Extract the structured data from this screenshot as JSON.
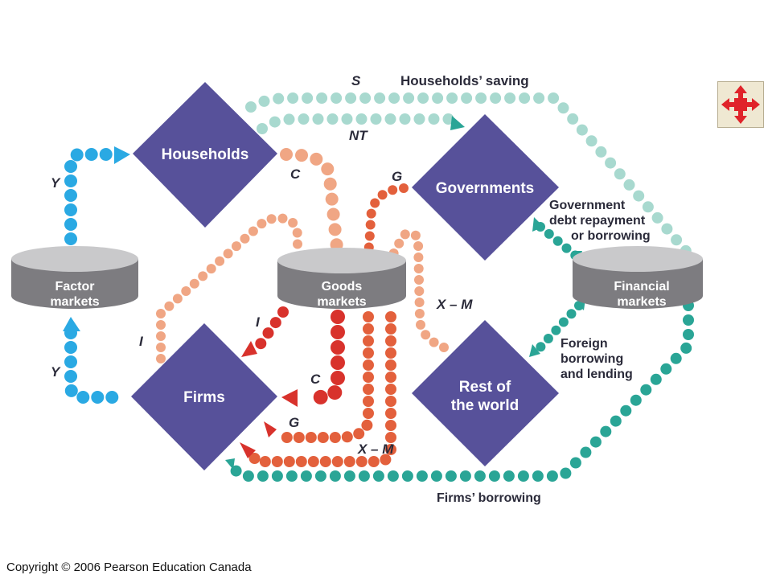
{
  "nodes": {
    "households": "Households",
    "governments": "Governments",
    "firms": "Firms",
    "rest_of_world": [
      "Rest of",
      "the world"
    ],
    "factor_markets": [
      "Factor",
      "markets"
    ],
    "goods_markets": [
      "Goods",
      "markets"
    ],
    "financial_markets": [
      "Financial",
      "markets"
    ]
  },
  "labels": {
    "s": "S",
    "households_saving": "Households’ saving",
    "nt": "NT",
    "c_top": "C",
    "g_top": "G",
    "y_top": "Y",
    "y_bottom": "Y",
    "i_left": "I",
    "i_inner": "I",
    "x_m_top": "X – M",
    "c_bottom": "C",
    "g_bottom": "G",
    "x_m_bottom": "X – M",
    "government_debt": [
      "Government",
      "debt repayment",
      "or borrowing"
    ],
    "foreign_borrowing": [
      "Foreign",
      "borrowing",
      "and lending"
    ],
    "firms_borrowing": "Firms’ borrowing"
  },
  "copyright": "Copyright © 2006 Pearson Education Canada",
  "colors": {
    "node_fill": "#57519a",
    "market_top": "#c9c9cb",
    "market_side": "#7d7c80",
    "income_flow": "#2aa9e3",
    "financial_flow": "#2aa596",
    "saving_flow": "#a8d9cf",
    "expenditure_dark": "#d8322c",
    "expenditure_mid": "#e3603c",
    "expenditure_light": "#f0a684",
    "expand_icon": "#e0232a"
  },
  "icons": {
    "expand_button": "expand-arrows-icon"
  }
}
